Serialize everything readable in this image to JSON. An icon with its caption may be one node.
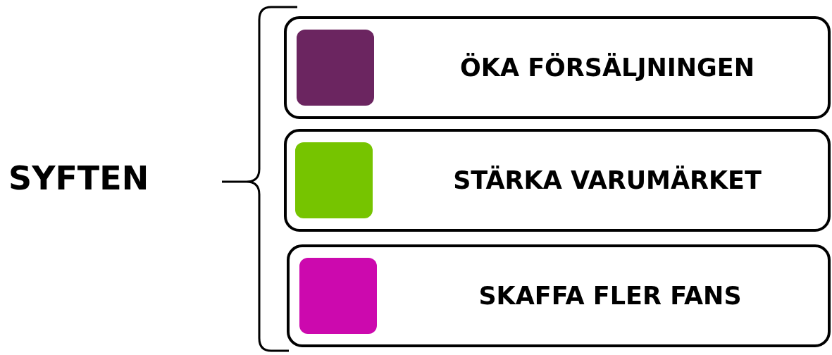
{
  "diagram": {
    "nodes": [
      {
        "text": [
          "ÖKA FÖRSÄLJNINGEN"
        ]
      },
      {
        "text": [],
        "shape": "box",
        "in": 0
      },
      {
        "text": [
          "STÄRKA VARUMÄRKET"
        ]
      },
      {
        "text": [],
        "shape": "box",
        "in": 2
      },
      {
        "text": [
          "SKAFFA FLER FANS"
        ]
      },
      {
        "text": [],
        "shape": "box",
        "in": 4
      }
    ],
    "edges": [],
    "labels": [
      "SYFTEN"
    ]
  }
}
